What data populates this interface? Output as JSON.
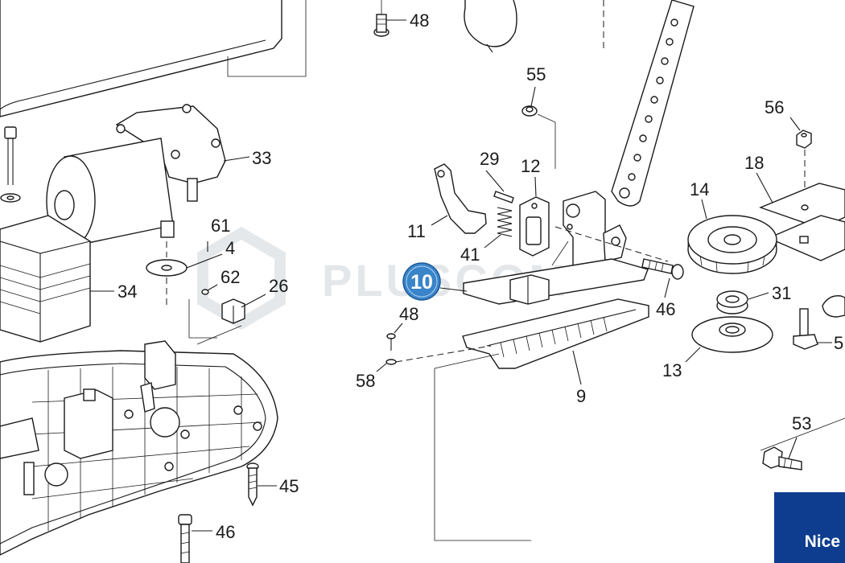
{
  "diagram": {
    "callouts": {
      "c48a": "48",
      "c55": "55",
      "c56": "56",
      "c18": "18",
      "c14": "14",
      "c29": "29",
      "c12": "12",
      "c11": "11",
      "c41": "41",
      "c33": "33",
      "c61": "61",
      "c4": "4",
      "c62": "62",
      "c26": "26",
      "c34": "34",
      "c46a": "46",
      "c31": "31",
      "c48b": "48",
      "c58": "58",
      "c9": "9",
      "c13": "13",
      "c53": "53",
      "c45": "45",
      "c46b": "46",
      "c5": "5"
    },
    "highlight_badge": "10",
    "watermark": "PLUSCOM",
    "brand_logo": "Nice"
  },
  "colors": {
    "line": "#1a1a1a",
    "badge": "#3a84c9",
    "brand": "#0e3d8f",
    "watermark": "#cfd4da"
  }
}
